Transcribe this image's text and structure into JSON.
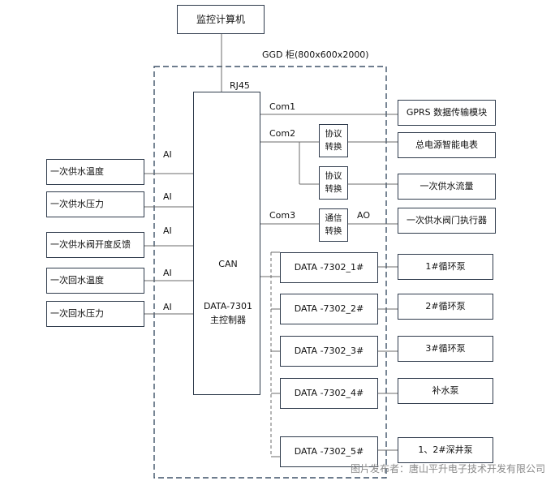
{
  "top_computer": "监控计算机",
  "cabinet_label": "GGD 柜(800x600x2000)",
  "rj45": "RJ45",
  "controller": {
    "can": "CAN",
    "name": "DATA-7301",
    "sub": "主控制器"
  },
  "ports": {
    "com1": "Com1",
    "com2": "Com2",
    "com3": "Com3",
    "ao": "AO"
  },
  "ai_label": "AI",
  "inputs": [
    "一次供水温度",
    "一次供水压力",
    "一次供水阀开度反馈",
    "一次回水温度",
    "一次回水压力"
  ],
  "protocol_converter": {
    "line1": "协议",
    "line2": "转换"
  },
  "comm_converter": {
    "line1": "通信",
    "line2": "转换"
  },
  "right_devices": [
    "GPRS 数据传输模块",
    "总电源智能电表",
    "一次供水流量",
    "一次供水阀门执行器"
  ],
  "modules": [
    "DATA -7302_1#",
    "DATA -7302_2#",
    "DATA -7302_3#",
    "DATA -7302_4#",
    "DATA -7302_5#"
  ],
  "pumps": [
    "1#循环泵",
    "2#循环泵",
    "3#循环泵",
    "补水泵",
    "1、2#深井泵"
  ],
  "watermark": "图片发布者：唐山平升电子技术开发有限公司"
}
